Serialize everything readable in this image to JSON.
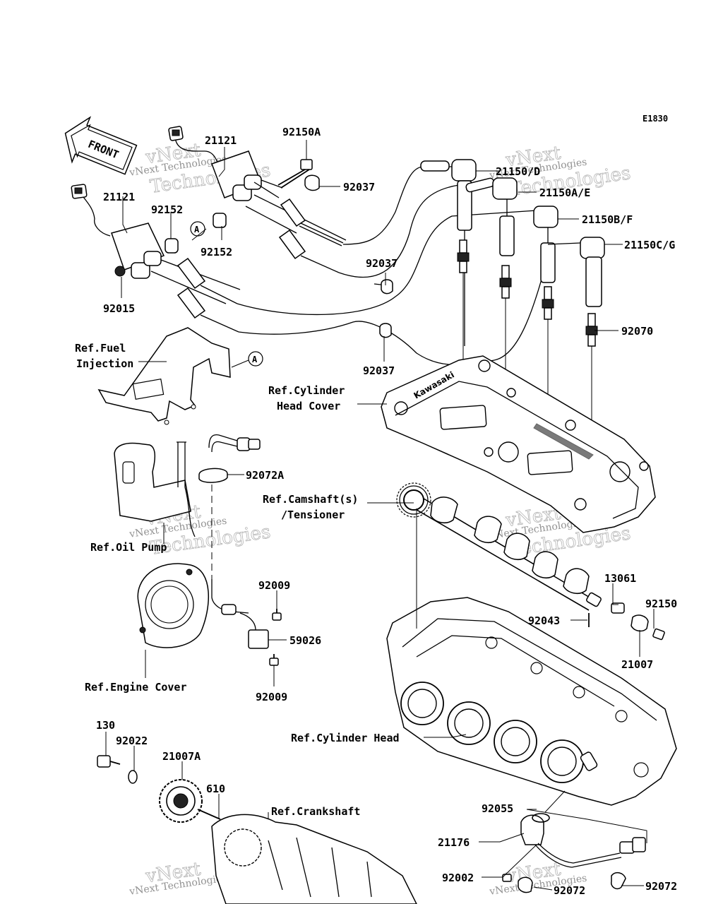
{
  "figure_code": "E1830",
  "front_label": "FRONT",
  "callout_marker": "A",
  "watermark": {
    "line1": "vNext",
    "line2": "vNext Technologies",
    "line3": "Technologies"
  },
  "part_labels": {
    "p21121_top": "21121",
    "p21121_left": "21121",
    "p92150A": "92150A",
    "p92037_top": "92037",
    "p92152_a": "92152",
    "p92152_b": "92152",
    "p92015": "92015",
    "p21150D": "21150/D",
    "p21150AE": "21150A/E",
    "p21150BF": "21150B/F",
    "p21150CG": "21150C/G",
    "p92037_mid": "92037",
    "p92037_low": "92037",
    "p92070": "92070",
    "p92072A": "92072A",
    "p92009_a": "92009",
    "p59026": "59026",
    "p92009_b": "92009",
    "p13061": "13061",
    "p92150": "92150",
    "p92043": "92043",
    "p21007": "21007",
    "p130": "130",
    "p92022": "92022",
    "p21007A": "21007A",
    "p610": "610",
    "p92055": "92055",
    "p21176": "21176",
    "p92002": "92002",
    "p92072_a": "92072",
    "p92072_b": "92072"
  },
  "ref_labels": {
    "fuel_injection_1": "Ref.Fuel",
    "fuel_injection_2": "Injection",
    "cyl_head_cover_1": "Ref.Cylinder",
    "cyl_head_cover_2": "Head Cover",
    "camshaft_1": "Ref.Camshaft(s)",
    "camshaft_2": "/Tensioner",
    "oil_pump": "Ref.Oil Pump",
    "engine_cover": "Ref.Engine Cover",
    "cylinder_head": "Ref.Cylinder Head",
    "crankshaft": "Ref.Crankshaft"
  }
}
